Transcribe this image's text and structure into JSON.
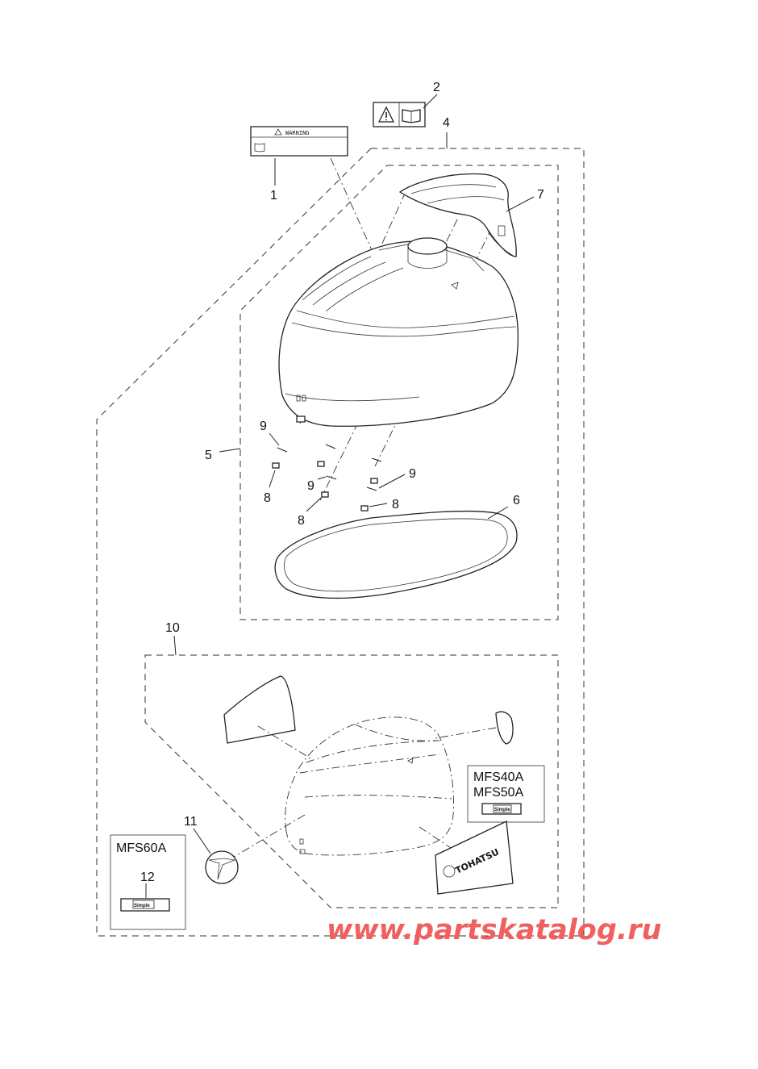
{
  "callouts": [
    "1",
    "2",
    "4",
    "7",
    "5",
    "9",
    "9",
    "9",
    "8",
    "8",
    "8",
    "6",
    "10",
    "11",
    "12"
  ],
  "labels": {
    "warning": "WARNING",
    "model_group_a_line1": "MFS40A",
    "model_group_a_line2": "MFS50A",
    "model_group_b": "MFS60A",
    "brand_decal": "TOHATSU",
    "badge_text": "Simple"
  },
  "watermark": "www.partskatalog.ru"
}
